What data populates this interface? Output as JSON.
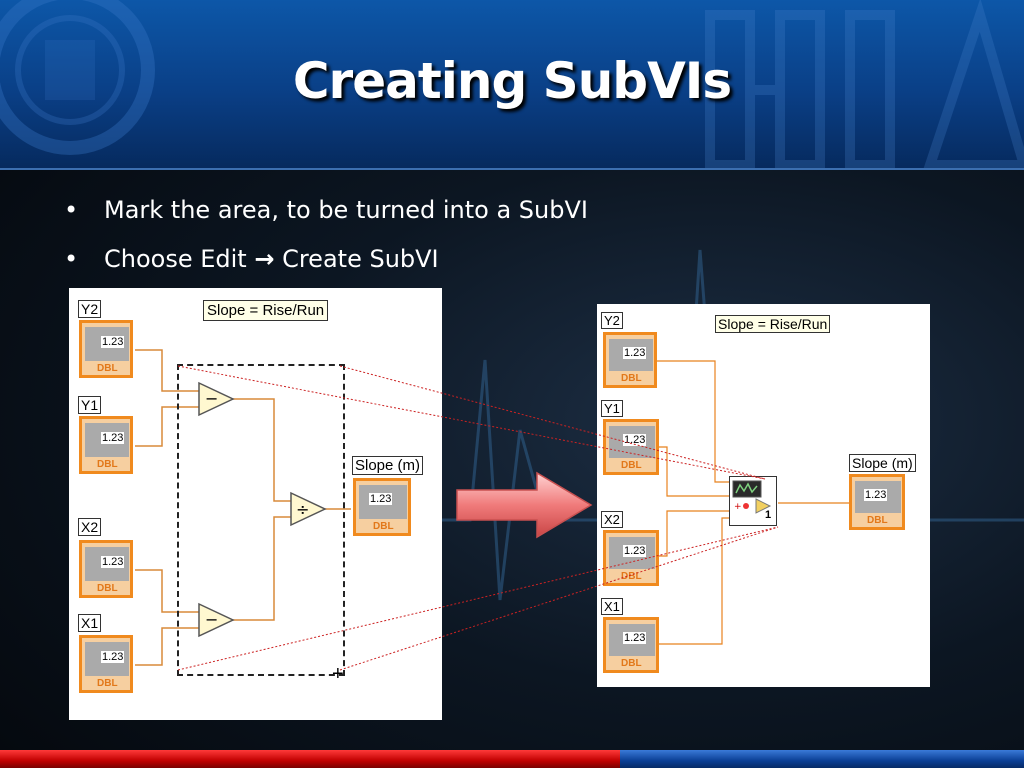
{
  "slide": {
    "title": "Creating SubVIs",
    "bullets": [
      {
        "text": "Mark the area, to be turned into a SubVI"
      },
      {
        "text_before": "Choose Edit ",
        "arrow": "→",
        "text_after": " Create SubVI"
      }
    ]
  },
  "left_diagram": {
    "comment": "Slope = Rise/Run",
    "controls": [
      {
        "label": "Y2",
        "value": "1.23",
        "type": "DBL"
      },
      {
        "label": "Y1",
        "value": "1.23",
        "type": "DBL"
      },
      {
        "label": "X2",
        "value": "1.23",
        "type": "DBL"
      },
      {
        "label": "X1",
        "value": "1.23",
        "type": "DBL"
      }
    ],
    "indicator": {
      "label": "Slope (m)",
      "value": "1.23",
      "type": "DBL"
    }
  },
  "right_diagram": {
    "comment": "Slope = Rise/Run",
    "controls": [
      {
        "label": "Y2",
        "value": "1.23",
        "type": "DBL"
      },
      {
        "label": "Y1",
        "value": "1.23",
        "type": "DBL"
      },
      {
        "label": "X2",
        "value": "1.23",
        "type": "DBL"
      },
      {
        "label": "X1",
        "value": "1.23",
        "type": "DBL"
      }
    ],
    "indicator": {
      "label": "Slope (m)",
      "value": "1.23",
      "type": "DBL"
    },
    "subvi_number": "1"
  },
  "colors": {
    "wire_orange": "#e8821e",
    "terminal_orange": "#f08a1e",
    "arrow_fill": "#f07b7b",
    "footer_red": "#d10000",
    "footer_blue": "#0b3f95",
    "header_blue": "#0a3f86"
  }
}
